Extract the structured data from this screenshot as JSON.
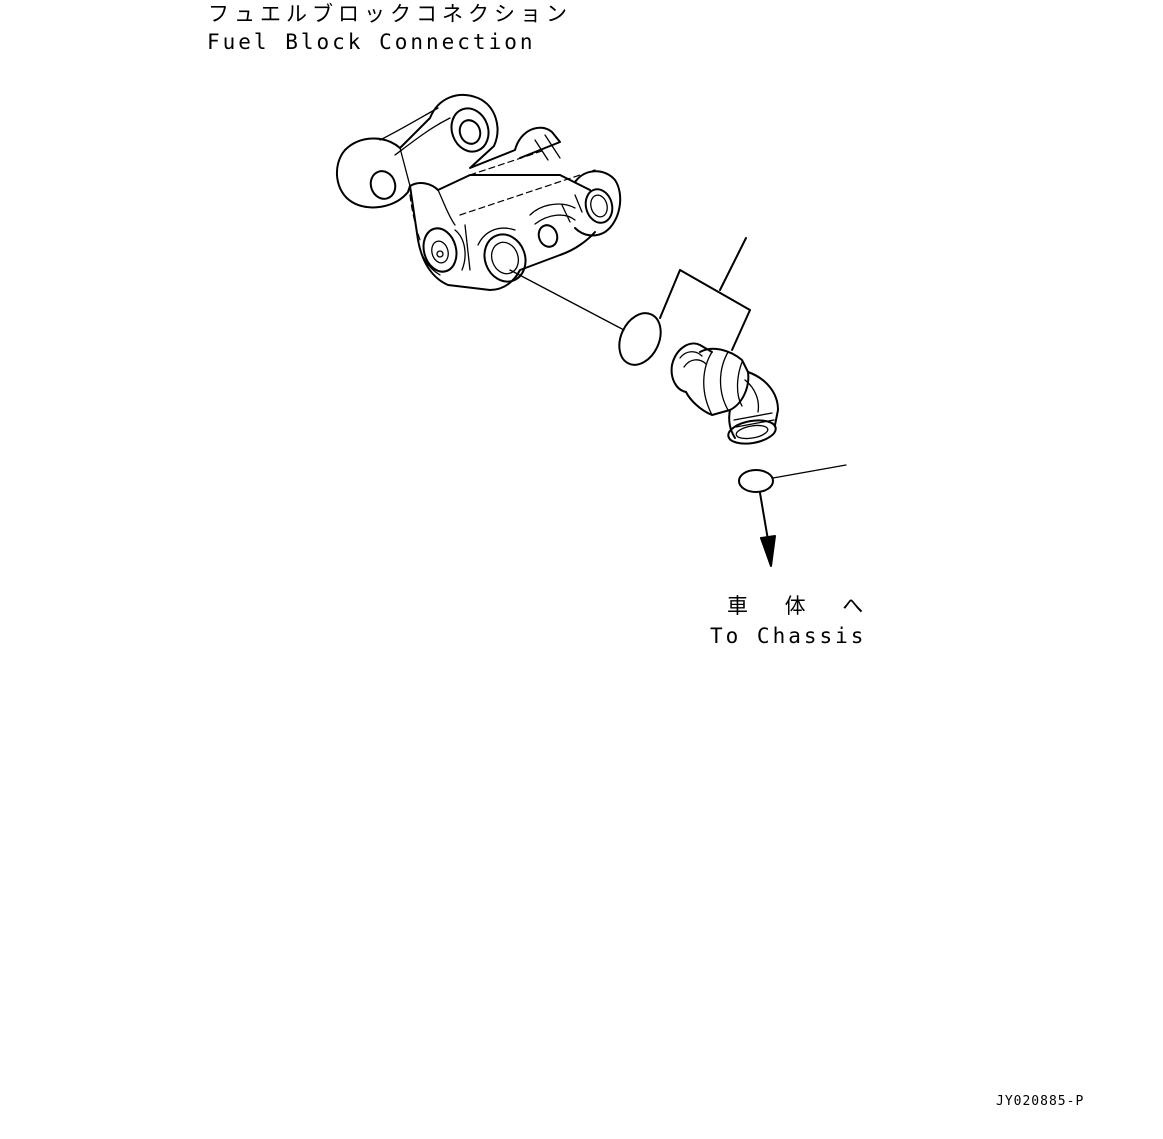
{
  "diagram": {
    "title_jp": "フュエルブロックコネクション",
    "title_en": "Fuel Block Connection",
    "destination_jp": "車 体 へ",
    "destination_en": "To Chassis",
    "document_code": "JY020885-P"
  }
}
